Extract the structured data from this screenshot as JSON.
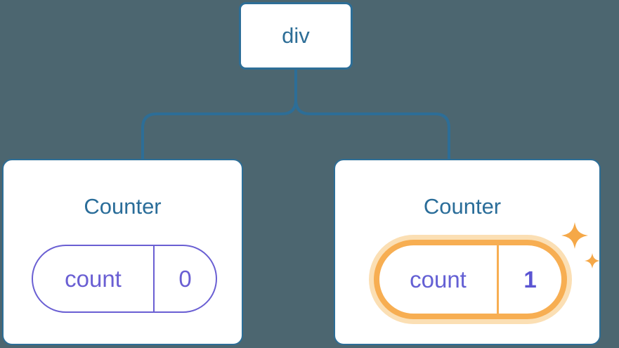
{
  "tree": {
    "root": {
      "label": "div"
    },
    "children": [
      {
        "title": "Counter",
        "state": {
          "label": "count",
          "value": "0"
        },
        "highlighted": false
      },
      {
        "title": "Counter",
        "state": {
          "label": "count",
          "value": "1"
        },
        "highlighted": true
      }
    ]
  },
  "icons": {
    "highlight": "sparkles-icon"
  },
  "colors": {
    "background": "#4C6670",
    "connector_blue": "#2D6E97",
    "node_text_blue": "#2A6D99",
    "state_purple": "#6A5FD3",
    "state_value_purple": "#5B55D2",
    "highlight_orange": "#F7AE52",
    "highlight_halo": "#FBDFB4",
    "card_background": "#FFFFFF"
  }
}
